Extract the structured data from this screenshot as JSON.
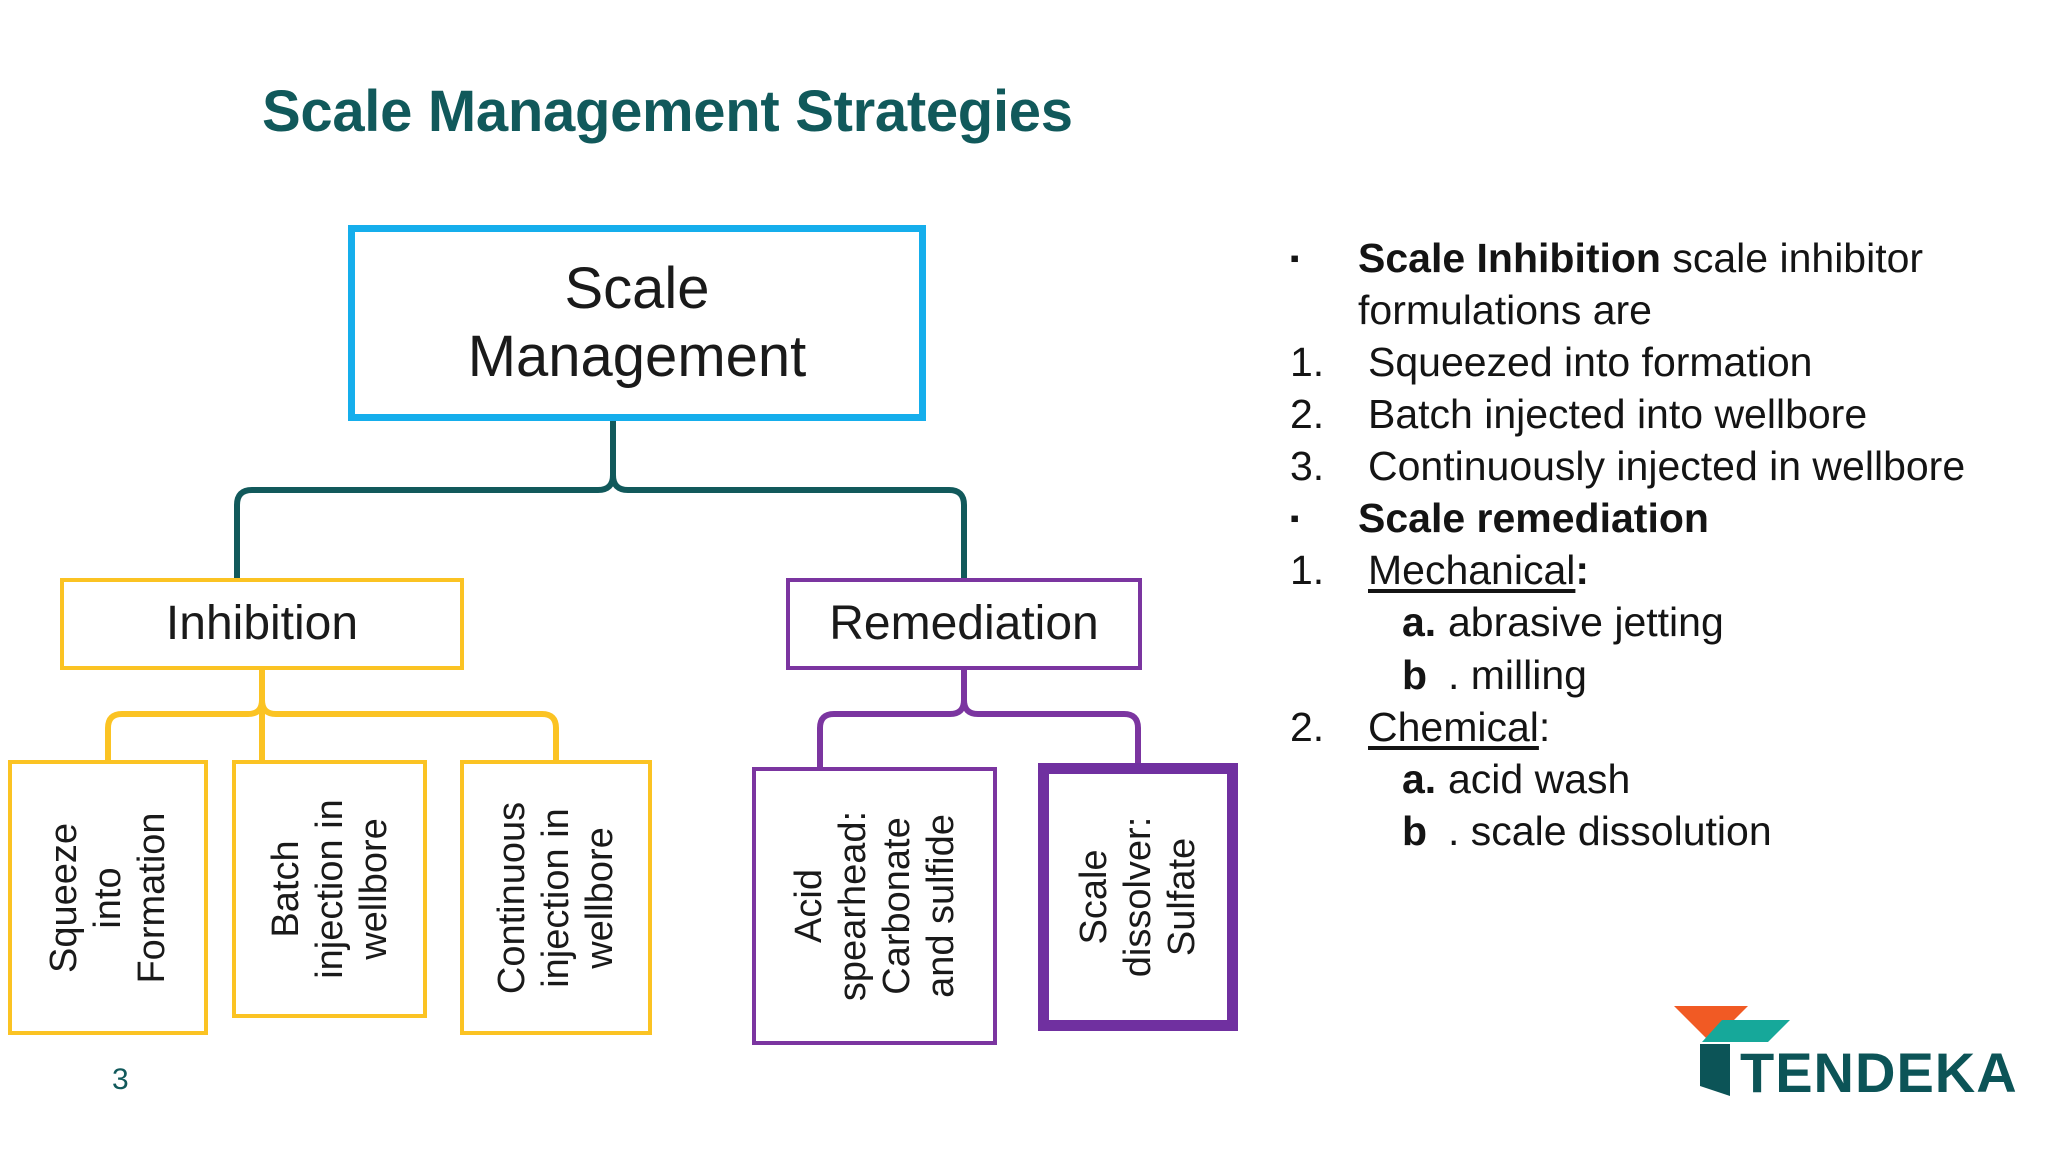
{
  "slide": {
    "title": "Scale Management Strategies",
    "page_number": "3",
    "background_color": "#ffffff"
  },
  "colors": {
    "title_teal": "#11595b",
    "root_blue": "#15aeec",
    "inhibition_yellow": "#fbc323",
    "remediation_purple": "#7b35a0",
    "highlight_purple": "#7030a0",
    "connector_teal": "#11595b",
    "logo_orange": "#f15a24",
    "logo_teal": "#16a89a",
    "logo_dark_teal": "#0c5457"
  },
  "diagram": {
    "root": {
      "label": "Scale\nManagement"
    },
    "branches": [
      {
        "label": "Inhibition"
      },
      {
        "label": "Remediation"
      }
    ],
    "leaves": [
      {
        "label": "Squeeze\ninto\nFormation",
        "branch": "Inhibition",
        "style": "yellow"
      },
      {
        "label": "Batch\ninjection in\nwellbore",
        "branch": "Inhibition",
        "style": "yellow"
      },
      {
        "label": "Continuous\ninjection in\nwellbore",
        "branch": "Inhibition",
        "style": "yellow"
      },
      {
        "label": "Acid\nspearhead:\nCarbonate\nand sulfide",
        "branch": "Remediation",
        "style": "purple"
      },
      {
        "label": "Scale\ndissolver:\nSulfate",
        "branch": "Remediation",
        "style": "purple-thick"
      }
    ]
  },
  "notes": {
    "items": [
      {
        "marker": "▪",
        "type": "square",
        "bold_lead": "Scale Inhibition",
        "rest": " scale inhibitor formulations are"
      },
      {
        "marker": "1.",
        "type": "number",
        "text": "Squeezed into formation"
      },
      {
        "marker": "2.",
        "type": "number",
        "text": "Batch injected into wellbore"
      },
      {
        "marker": "3.",
        "type": "number",
        "text": "Continuously injected in wellbore"
      },
      {
        "marker": "▪",
        "type": "square",
        "bold_lead": "Scale remediation",
        "rest": ""
      },
      {
        "marker": "1.",
        "type": "number",
        "underlined": "Mechanical",
        "suffix_bold": ":"
      },
      {
        "marker": "a.",
        "type": "alpha",
        "text": " abrasive jetting"
      },
      {
        "marker": "b",
        "type": "alpha",
        "text": ". milling"
      },
      {
        "marker": "2.",
        "type": "number",
        "underlined": "Chemical",
        "suffix_bold": ":"
      },
      {
        "marker": "a.",
        "type": "alpha",
        "text": " acid wash"
      },
      {
        "marker": "b",
        "type": "alpha",
        "text": ". scale dissolution"
      }
    ]
  },
  "logo": {
    "wordmark": "TENDEKA"
  }
}
